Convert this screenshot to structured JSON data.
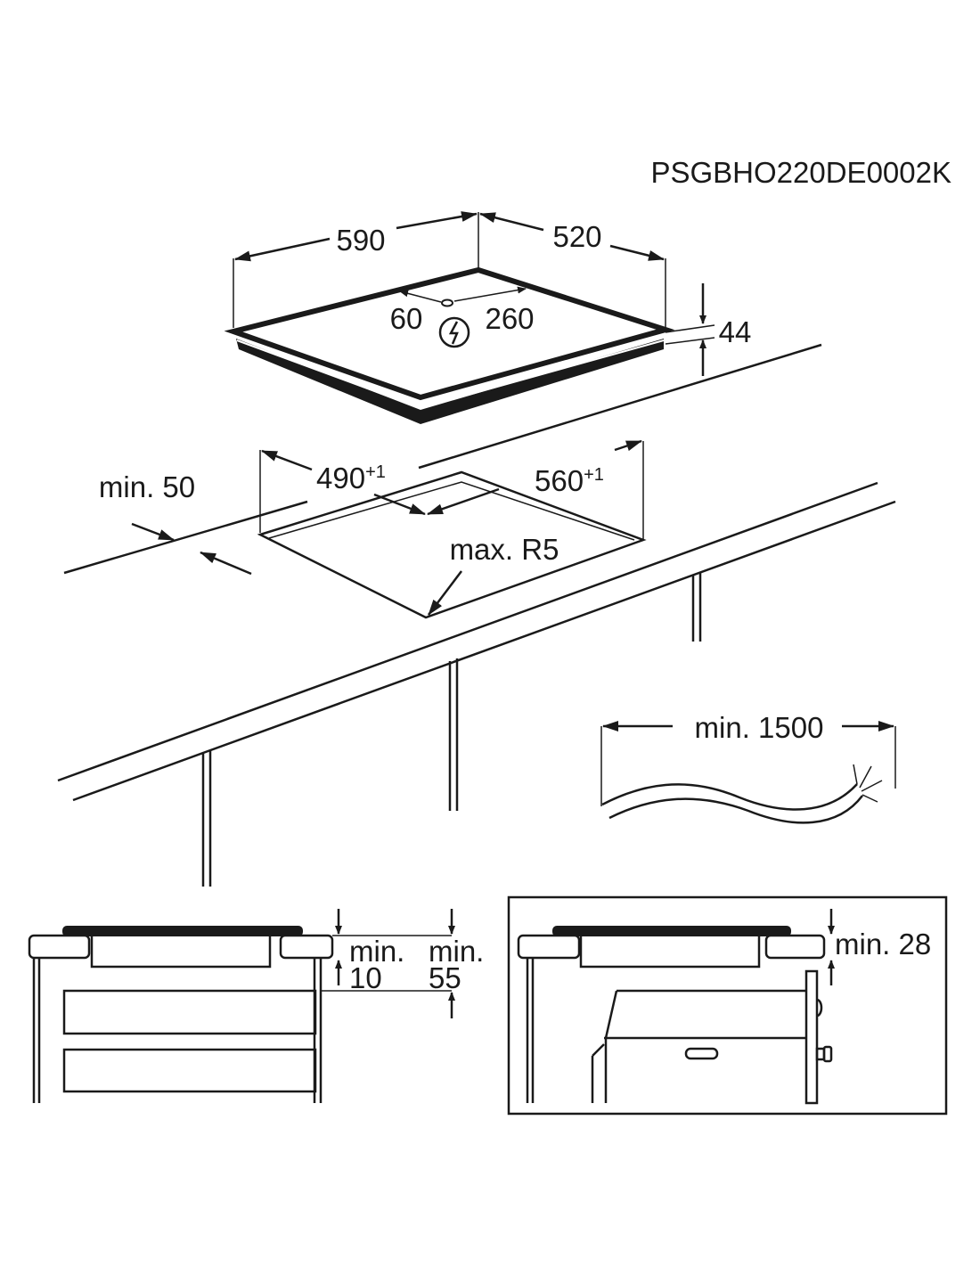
{
  "header": {
    "code": "PSGBHO220DE0002K"
  },
  "hob": {
    "width": "590",
    "depth": "520",
    "height": "44",
    "conn_left": "60",
    "conn_right": "260"
  },
  "cutout": {
    "width": "490",
    "width_tol": "+1",
    "depth": "560",
    "depth_tol": "+1",
    "front_gap": "min. 50",
    "radius": "max. R5"
  },
  "cable": {
    "length": "min. 1500"
  },
  "section_left": {
    "label_a_top": "min.",
    "label_a_val": "10",
    "label_b_top": "min.",
    "label_b_val": "55"
  },
  "section_right": {
    "label": "min. 28"
  },
  "icons": [
    "electric-connection-icon",
    "arrow-icon"
  ],
  "colors": {
    "ink": "#1a1a1a",
    "background": "#ffffff"
  }
}
